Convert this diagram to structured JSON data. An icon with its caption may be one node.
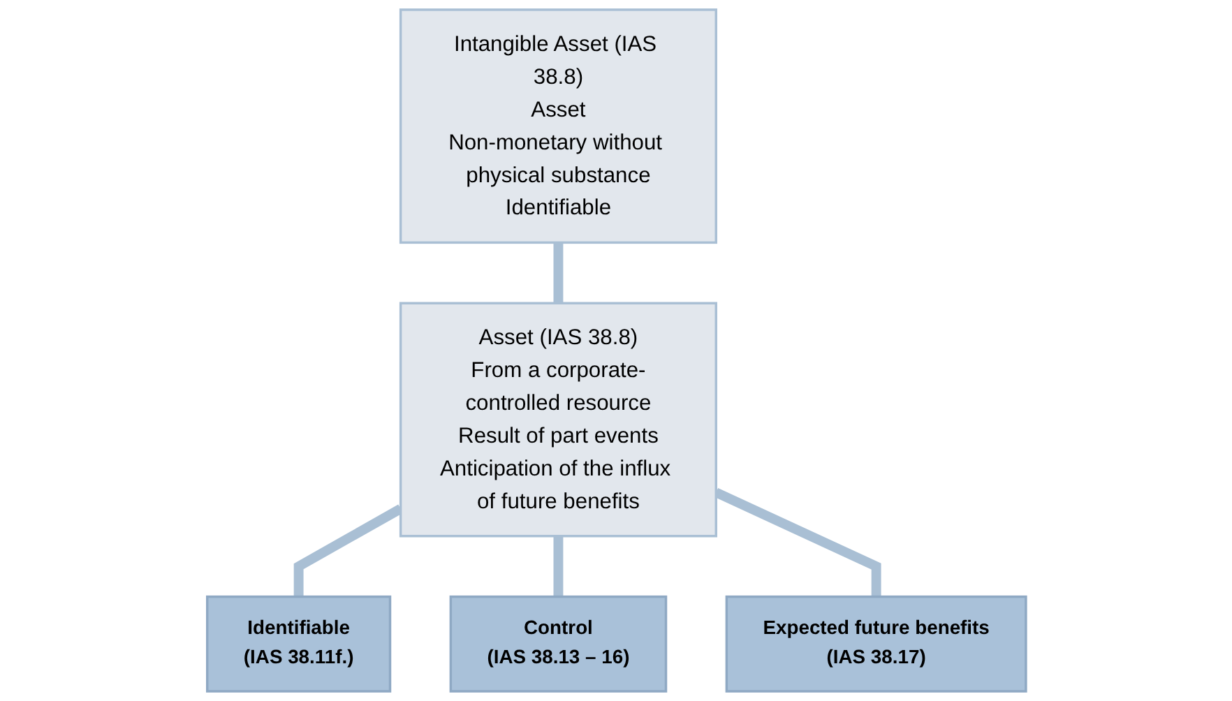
{
  "diagram": {
    "nodes": [
      {
        "text": [
          "Intangible Asset (IAS 38.8)",
          "Asset",
          "Non-monetary without physical substance",
          "Identifiable"
        ]
      },
      {
        "text": [
          "Asset (IAS 38.8)",
          "From a corporate-controlled resource",
          "Result of part events",
          "Anticipation of the influx of future benefits"
        ]
      },
      {
        "text": [
          "Identifiable",
          "(IAS 38.11f.)"
        ]
      },
      {
        "text": [
          "Control",
          "(IAS 38.13 – 16)"
        ]
      },
      {
        "text": [
          "Expected future benefits",
          "(IAS 38.17)"
        ]
      }
    ],
    "edges": [
      {
        "from": 0,
        "to": 1,
        "arrow": "none"
      },
      {
        "from": 1,
        "to": 2,
        "arrow": "none"
      },
      {
        "from": 1,
        "to": 3,
        "arrow": "none"
      },
      {
        "from": 1,
        "to": 4,
        "arrow": "none"
      }
    ]
  }
}
